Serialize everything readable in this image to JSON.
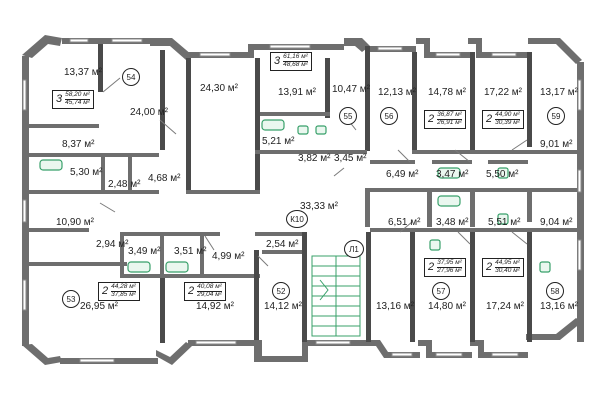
{
  "plan": {
    "rooms": [
      {
        "id": "r1",
        "text": "13,37 м²"
      },
      {
        "id": "r2",
        "text": "24,00 м²"
      },
      {
        "id": "r3",
        "text": "24,30 м²"
      },
      {
        "id": "r4",
        "text": "13,91 м²"
      },
      {
        "id": "r5",
        "text": "10,47 м²"
      },
      {
        "id": "r6",
        "text": "12,13 м²"
      },
      {
        "id": "r7",
        "text": "14,78 м²"
      },
      {
        "id": "r8",
        "text": "17,22 м²"
      },
      {
        "id": "r9",
        "text": "13,17 м²"
      },
      {
        "id": "r10",
        "text": "8,37 м²"
      },
      {
        "id": "r11",
        "text": "5,21 м²"
      },
      {
        "id": "r12",
        "text": "3,82 м²"
      },
      {
        "id": "r13",
        "text": "3,45 м²"
      },
      {
        "id": "r14",
        "text": "9,01 м²"
      },
      {
        "id": "r15",
        "text": "5,30 м²"
      },
      {
        "id": "r16",
        "text": "2,48 м²"
      },
      {
        "id": "r17",
        "text": "4,68 м²"
      },
      {
        "id": "r18",
        "text": "6,49 м²"
      },
      {
        "id": "r19",
        "text": "3,47 м²"
      },
      {
        "id": "r20",
        "text": "5,50 м²"
      },
      {
        "id": "r21",
        "text": "33,33 м²"
      },
      {
        "id": "r22",
        "text": "10,90 м²"
      },
      {
        "id": "r23",
        "text": "6,51 м²"
      },
      {
        "id": "r24",
        "text": "3,48 м²"
      },
      {
        "id": "r25",
        "text": "5,51 м²"
      },
      {
        "id": "r26",
        "text": "9,04 м²"
      },
      {
        "id": "r27",
        "text": "2,94 м²"
      },
      {
        "id": "r28",
        "text": "3,49 м²"
      },
      {
        "id": "r29",
        "text": "3,51 м²"
      },
      {
        "id": "r30",
        "text": "4,99 м²"
      },
      {
        "id": "r31",
        "text": "2,54 м²"
      },
      {
        "id": "r32",
        "text": "26,95 м²"
      },
      {
        "id": "r33",
        "text": "14,92 м²"
      },
      {
        "id": "r34",
        "text": "14,12 м²"
      },
      {
        "id": "r35",
        "text": "13,16 м²"
      },
      {
        "id": "r36",
        "text": "14,80 м²"
      },
      {
        "id": "r37",
        "text": "17,24 м²"
      },
      {
        "id": "r38",
        "text": "13,16 м²"
      }
    ],
    "apartments": [
      {
        "id": "a54",
        "num": "54",
        "rooms": "3",
        "total": "58,20 м²",
        "living": "45,74 м²"
      },
      {
        "id": "ax",
        "num": "",
        "rooms": "3",
        "total": "61,16 м²",
        "living": "48,68 м²"
      },
      {
        "id": "a55",
        "num": "55",
        "rooms": "",
        "total": "",
        "living": ""
      },
      {
        "id": "a56",
        "num": "56",
        "rooms": "2",
        "total": "36,87 м²",
        "living": "26,91 м²"
      },
      {
        "id": "a59",
        "num": "59",
        "rooms": "2",
        "total": "44,90 м²",
        "living": "30,39 м²"
      },
      {
        "id": "a53",
        "num": "53",
        "rooms": "2",
        "total": "44,28 м²",
        "living": "37,85 м²"
      },
      {
        "id": "a52",
        "num": "52",
        "rooms": "2",
        "total": "40,08 м²",
        "living": "29,04 м²"
      },
      {
        "id": "a57",
        "num": "57",
        "rooms": "2",
        "total": "37,95 м²",
        "living": "27,96 м²"
      },
      {
        "id": "a58",
        "num": "58",
        "rooms": "2",
        "total": "44,95 м²",
        "living": "30,40 м²"
      }
    ],
    "markers": {
      "corridor": "К10",
      "stair": "Л1"
    }
  }
}
